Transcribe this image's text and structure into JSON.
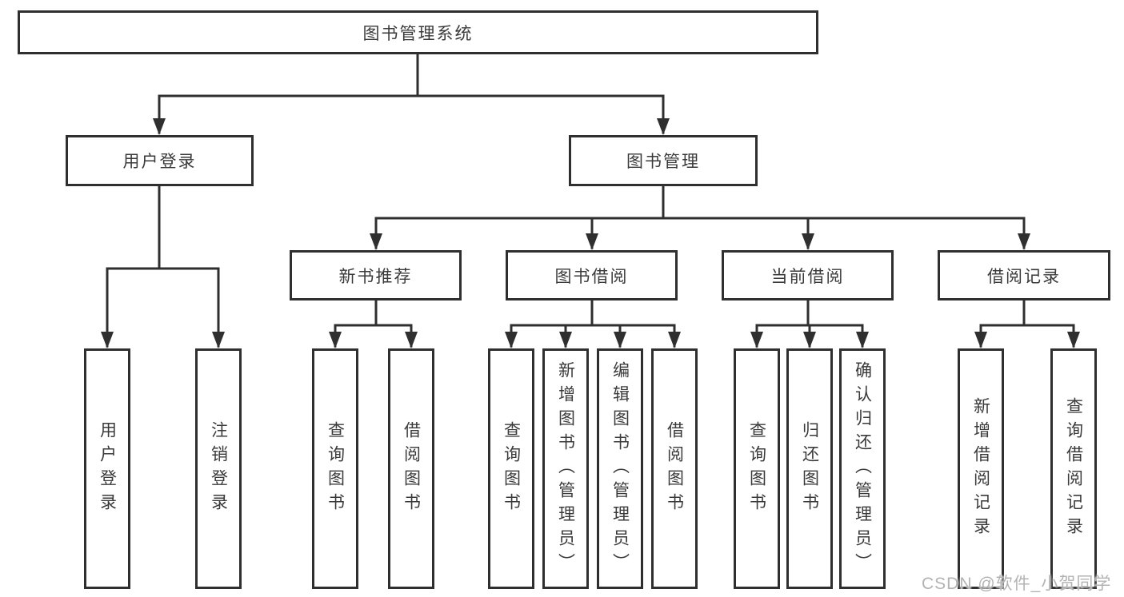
{
  "diagram": {
    "root": {
      "label": "图书管理系统"
    },
    "branches": [
      {
        "label": "用户登录",
        "children": [
          {
            "label": "用户登录"
          },
          {
            "label": "注销登录"
          }
        ]
      },
      {
        "label": "图书管理",
        "children": [
          {
            "label": "新书推荐",
            "children": [
              {
                "label": "查询图书"
              },
              {
                "label": "借阅图书"
              }
            ]
          },
          {
            "label": "图书借阅",
            "children": [
              {
                "label": "查询图书"
              },
              {
                "label": "新增图书（管理员）"
              },
              {
                "label": "编辑图书（管理员）"
              },
              {
                "label": "借阅图书"
              }
            ]
          },
          {
            "label": "当前借阅",
            "children": [
              {
                "label": "查询图书"
              },
              {
                "label": "归还图书"
              },
              {
                "label": "确认归还（管理员）"
              }
            ]
          },
          {
            "label": "借阅记录",
            "children": [
              {
                "label": "新增借阅记录"
              },
              {
                "label": "查询借阅记录"
              }
            ]
          }
        ]
      }
    ]
  },
  "watermark": {
    "text": "CSDN @软件_小贺同学",
    "color": "#b3b3b3"
  },
  "colors": {
    "line": "#2f2f2f",
    "box_border": "#2f2f2f",
    "text": "#3a3a3a",
    "background": "#ffffff"
  }
}
